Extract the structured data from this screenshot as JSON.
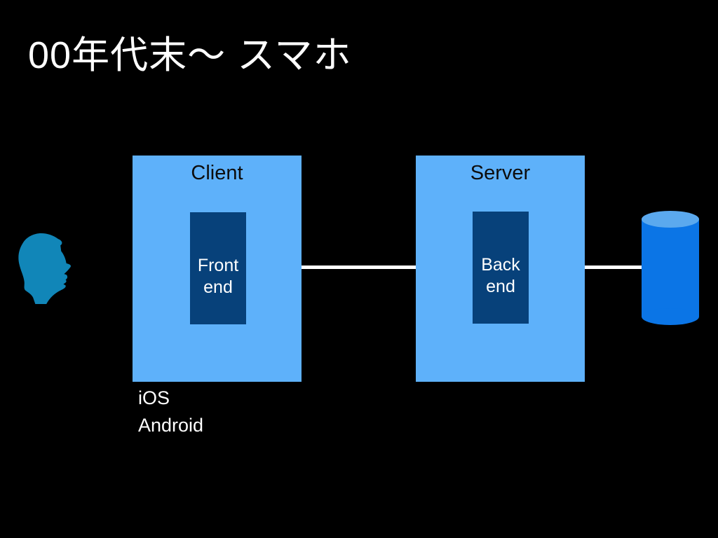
{
  "slide": {
    "title": "00年代末～ スマホ"
  },
  "diagram": {
    "client": {
      "label": "Client",
      "inner": {
        "line1": "Front",
        "line2": "end"
      },
      "caption": {
        "line1": "iOS",
        "line2": "Android"
      }
    },
    "server": {
      "label": "Server",
      "inner": {
        "line1": "Back",
        "line2": "end"
      }
    }
  },
  "colors": {
    "background": "#000000",
    "title_text": "#ffffff",
    "box_fill": "#5EB1FA",
    "box_label_text": "#0d0d0d",
    "inner_fill": "#07417A",
    "inner_text": "#ffffff",
    "connector": "#ffffff",
    "caption_text": "#ffffff",
    "person_fill": "#1186B8",
    "db_body": "#0B75E6",
    "db_top": "#5BA9EE"
  }
}
